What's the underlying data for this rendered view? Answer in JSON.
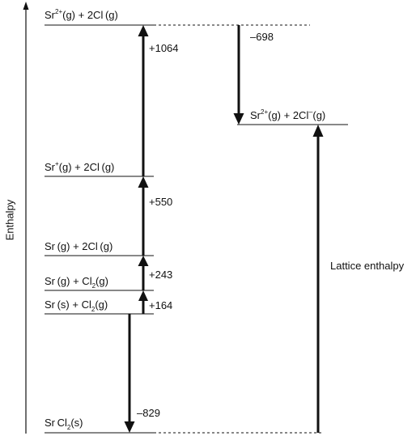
{
  "axis_label": "Enthalpy",
  "levels": {
    "sr2_2cl": {
      "label": "Sr²⁺(g) + 2Cl(g)",
      "base": "Sr",
      "sup": "2+",
      "tail": "(g) + 2Cl (g)"
    },
    "sr2_2clminus": {
      "label": "Sr²⁺(g) + 2Cl⁻(g)",
      "base": "Sr",
      "sup": "2+",
      "mid": "(g) + 2Cl",
      "sup2": "–",
      "tail": "(g)"
    },
    "srplus_2cl": {
      "label": "Sr⁺(g) + 2Cl(g)",
      "base": "Sr",
      "sup": "+",
      "tail": "(g) + 2Cl (g)"
    },
    "sr_g_2cl": {
      "label": "Sr(g) + 2Cl(g)",
      "text": "Sr (g) + 2Cl (g)"
    },
    "sr_g_cl2": {
      "label": "Sr(g) + Cl₂(g)",
      "base": "Sr (g) + Cl",
      "sub": "2",
      "tail": "(g)"
    },
    "sr_s_cl2": {
      "label": "Sr(s) + Cl₂(g)",
      "base": "Sr (s) + Cl",
      "sub": "2",
      "tail": "(g)"
    },
    "srcl2_s": {
      "label": "SrCl₂(s)",
      "base": "Sr Cl",
      "sub": "2",
      "tail": "(s)"
    }
  },
  "arrows": {
    "a1064": "+1064",
    "a698": "–698",
    "a550": "+550",
    "a243": "+243",
    "a164": "+164",
    "a829": "–829",
    "lattice": "Lattice enthalpy"
  }
}
